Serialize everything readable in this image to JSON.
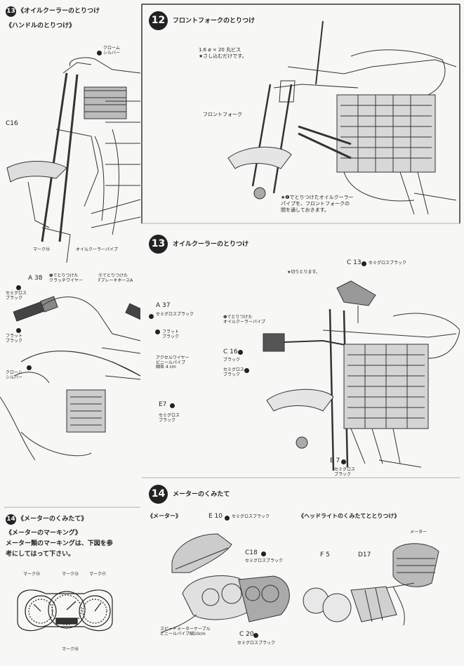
{
  "left_top": {
    "step_num": "13",
    "title": "《オイルクーラーのとりつけ",
    "subtitle": "《ハンドルのとりつけ》",
    "labels": {
      "chrome_silver": "クローム\nシルバー",
      "c16": "C16",
      "mark14": "マーク⑭",
      "oil_cooler_pipe": "オイルクーラーパイプ"
    }
  },
  "left_mid": {
    "a38": "A 38",
    "semigloss_black": "セミグロス\nブラック",
    "flat_black_left": "フラット\nブラック",
    "chrome_silver": "クローム\nシルバー",
    "clutch_wire": "❶でとりつけた\nクラッチワイヤー",
    "brake_hose": "⑪でとりつけた\nFブレーキホースA",
    "a37": "A 37",
    "a37_color": "セミグロスブラック",
    "flat_black_right": "フラット\nブラック",
    "accel_wire": "アクセルワイヤー\nビニールパイプ\n細各 4 cm",
    "e7": "E7",
    "e7_color": "セミグロス\nブラック"
  },
  "left_bottom": {
    "step_num": "14",
    "title": "《メーターのくみたて》",
    "marking_title": "《メーターのマーキング》",
    "marking_text_1": "メーター類のマーキングは、下図を参",
    "marking_text_2": "考にしてはって下さい。",
    "mark_a": "マーク⑭",
    "mark_b": "マーク⑮",
    "mark_c": "マーク⑰",
    "mark_d": "マーク⑯"
  },
  "step12": {
    "step_num": "12",
    "title": "フロントフォークのとりつけ",
    "screw_note": "1.6 ø × 20 丸ビス\n★さし込むだけです。",
    "front_fork": "フロントフォーク",
    "pipe_note": "★❶でとりつけたオイルクーラー\nパイプを、フロントフォークの\n間を通しておきます。"
  },
  "step13": {
    "step_num": "13",
    "title": "オイルクーラーのとりつけ",
    "c13": "C 13",
    "c13_color": "セミグロスブラック",
    "cut_note": "★切りとります。",
    "pipe_note": "❶でとりつけた\nオイルクーラーパイプ",
    "c16": "C 16",
    "c16_color": "ブラック",
    "semigloss": "セミグロス\nブラック",
    "e7": "E 7",
    "e7_color": "セミグロス\nブラック"
  },
  "step14": {
    "step_num": "14",
    "title": "メーターのくみたて",
    "meter_heading": "《メーター》",
    "headlight_heading": "《ヘッドライトのくみたてととりつけ》",
    "e10": "E 10",
    "e10_color": "セミグロスブラック",
    "c18": "C18",
    "c18_color": "セミグロスブラック",
    "c20": "C 20",
    "c20_color": "セミグロスブラック",
    "cable_note": "スピードメーターケーブル\nビニールパイプ細10cm",
    "f5": "F 5",
    "d17": "D17",
    "meter": "メーター"
  }
}
